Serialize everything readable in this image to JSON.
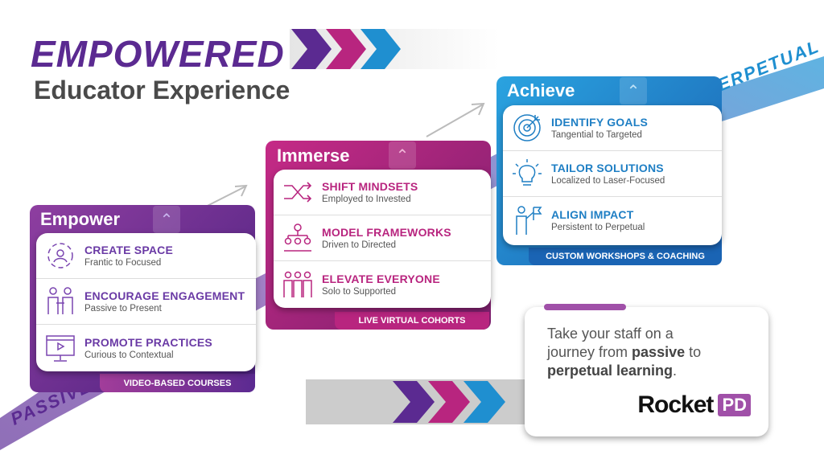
{
  "header": {
    "title": "EMPOWERED",
    "subtitle": "Educator Experience"
  },
  "labels": {
    "start": "PASSIVE",
    "end": "PERPETUAL"
  },
  "colors": {
    "purple": "#5b2a91",
    "magenta": "#b8257f",
    "blue": "#1f8fd0"
  },
  "stages": [
    {
      "name": "Empower",
      "footer": "VIDEO-BASED COURSES",
      "items": [
        {
          "title": "CREATE SPACE",
          "subtitle": "Frantic to Focused",
          "icon": "people-cycle-icon"
        },
        {
          "title": "ENCOURAGE ENGAGEMENT",
          "subtitle": "Passive to Present",
          "icon": "two-people-icon"
        },
        {
          "title": "PROMOTE PRACTICES",
          "subtitle": "Curious to Contextual",
          "icon": "video-monitor-icon"
        }
      ]
    },
    {
      "name": "Immerse",
      "footer": "LIVE VIRTUAL COHORTS",
      "items": [
        {
          "title": "SHIFT MINDSETS",
          "subtitle": "Employed to Invested",
          "icon": "shuffle-icon"
        },
        {
          "title": "MODEL FRAMEWORKS",
          "subtitle": "Driven to Directed",
          "icon": "org-chart-icon"
        },
        {
          "title": "ELEVATE EVERYONE",
          "subtitle": "Solo to Supported",
          "icon": "group-icon"
        }
      ]
    },
    {
      "name": "Achieve",
      "footer": "CUSTOM WORKSHOPS & COACHING",
      "items": [
        {
          "title": "IDENTIFY GOALS",
          "subtitle": "Tangential to Targeted",
          "icon": "target-icon"
        },
        {
          "title": "TAILOR SOLUTIONS",
          "subtitle": "Localized to Laser-Focused",
          "icon": "lightbulb-icon"
        },
        {
          "title": "ALIGN IMPACT",
          "subtitle": "Persistent to Perpetual",
          "icon": "person-flag-icon"
        }
      ]
    }
  ],
  "message": {
    "line1": "Take your staff on a",
    "line2a": "journey from ",
    "line2b": "passive",
    "line2c": " to",
    "line3": "perpetual learning",
    "line3end": "."
  },
  "logo": {
    "word": "Rocket",
    "badge": "PD"
  }
}
